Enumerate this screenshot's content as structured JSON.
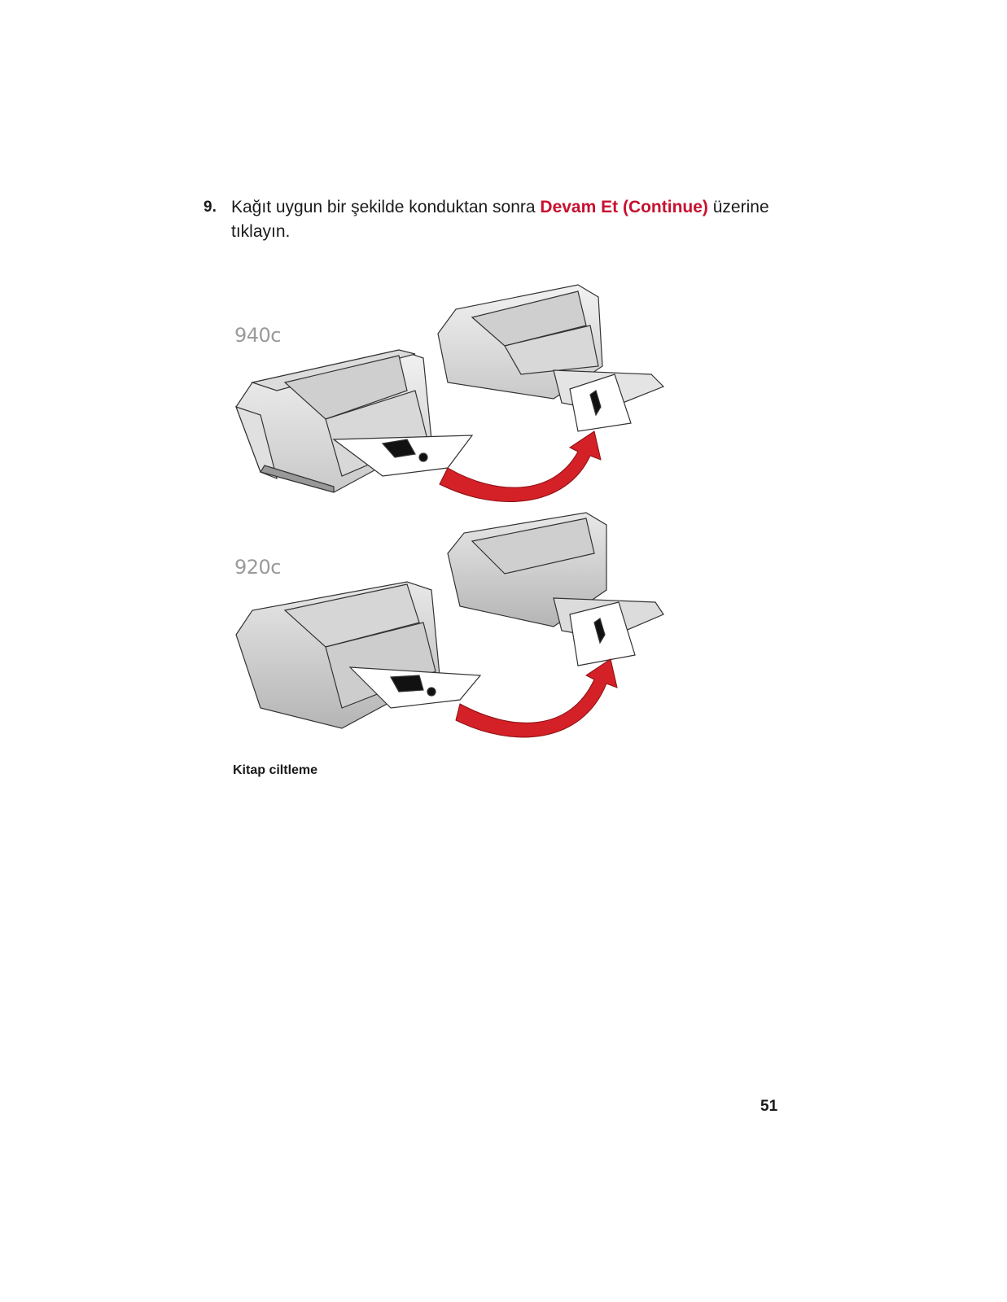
{
  "step": {
    "number": "9.",
    "text_before": "Kağıt uygun bir şekilde konduktan sonra ",
    "button_reference": "Devam Et (Continue)",
    "text_after": " üzerine tıklayın."
  },
  "figure": {
    "models": [
      {
        "label": "940c"
      },
      {
        "label": "920c"
      }
    ]
  },
  "caption": "Kitap ciltleme",
  "page_number": "51",
  "colors": {
    "accent": "#c8102e",
    "arrow": "#d42027",
    "arrow_light": "#f4a6a2"
  }
}
